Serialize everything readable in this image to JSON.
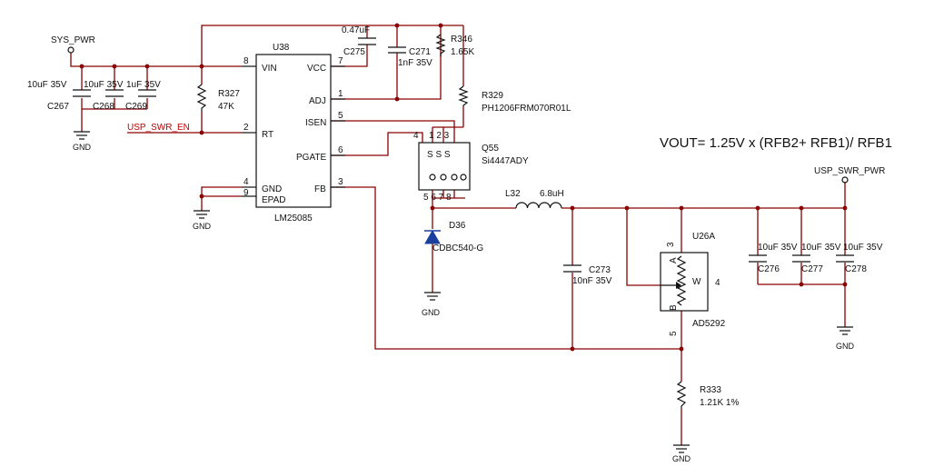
{
  "equation": "VOUT= 1.25V x (RFB2+ RFB1)/ RFB1",
  "nets": {
    "sys_pwr": "SYS_PWR",
    "usp_swr_en": "USP_SWR_EN",
    "usp_swr_pwr": "USP_SWR_PWR",
    "gnd": "GND"
  },
  "u38": {
    "ref": "U38",
    "part": "LM25085",
    "pins": {
      "vin": "VIN",
      "vin_num": "8",
      "rt": "RT",
      "rt_num": "2",
      "gnd": "GND",
      "gnd_num": "4",
      "epad": "EPAD",
      "epad_num": "9",
      "vcc": "VCC",
      "vcc_num": "7",
      "adj": "ADJ",
      "adj_num": "1",
      "isen": "ISEN",
      "isen_num": "5",
      "pgate": "PGATE",
      "pgate_num": "6",
      "fb": "FB",
      "fb_num": "3"
    }
  },
  "capacitors": {
    "c267": {
      "ref": "C267",
      "value": "10uF 35V"
    },
    "c268": {
      "ref": "C268",
      "value": "10uF 35V"
    },
    "c269": {
      "ref": "C269",
      "value": "1uF 35V"
    },
    "c275": {
      "ref": "C275",
      "value": "0.47uF"
    },
    "c271": {
      "ref": "C271",
      "value": "1nF 35V"
    },
    "c273": {
      "ref": "C273",
      "value": "10nF 35V"
    },
    "c276": {
      "ref": "C276",
      "value": "10uF 35V"
    },
    "c277": {
      "ref": "C277",
      "value": "10uF 35V"
    },
    "c278": {
      "ref": "C278",
      "value": "10uF 35V"
    }
  },
  "resistors": {
    "r327": {
      "ref": "R327",
      "value": "47K"
    },
    "r346": {
      "ref": "R346",
      "value": "1.65K"
    },
    "r329": {
      "ref": "R329",
      "value": "PH1206FRM070R01L"
    },
    "r333": {
      "ref": "R333",
      "value": "1.21K 1%"
    }
  },
  "q55": {
    "ref": "Q55",
    "part": "Si4447ADY",
    "pin_top": "S S S",
    "pin_top_nums": "1 2 3",
    "pin_gate": "4",
    "pin_bottom_nums": "5 6 7 8"
  },
  "d36": {
    "ref": "D36",
    "part": "CDBC540-G"
  },
  "l32": {
    "ref": "L32",
    "value": "6.8uH"
  },
  "u26a": {
    "ref": "U26A",
    "part": "AD5292",
    "pin_a": "A",
    "pin_w": "W",
    "pin_b": "B",
    "num_a": "3",
    "num_w": "4",
    "num_b": "5"
  }
}
